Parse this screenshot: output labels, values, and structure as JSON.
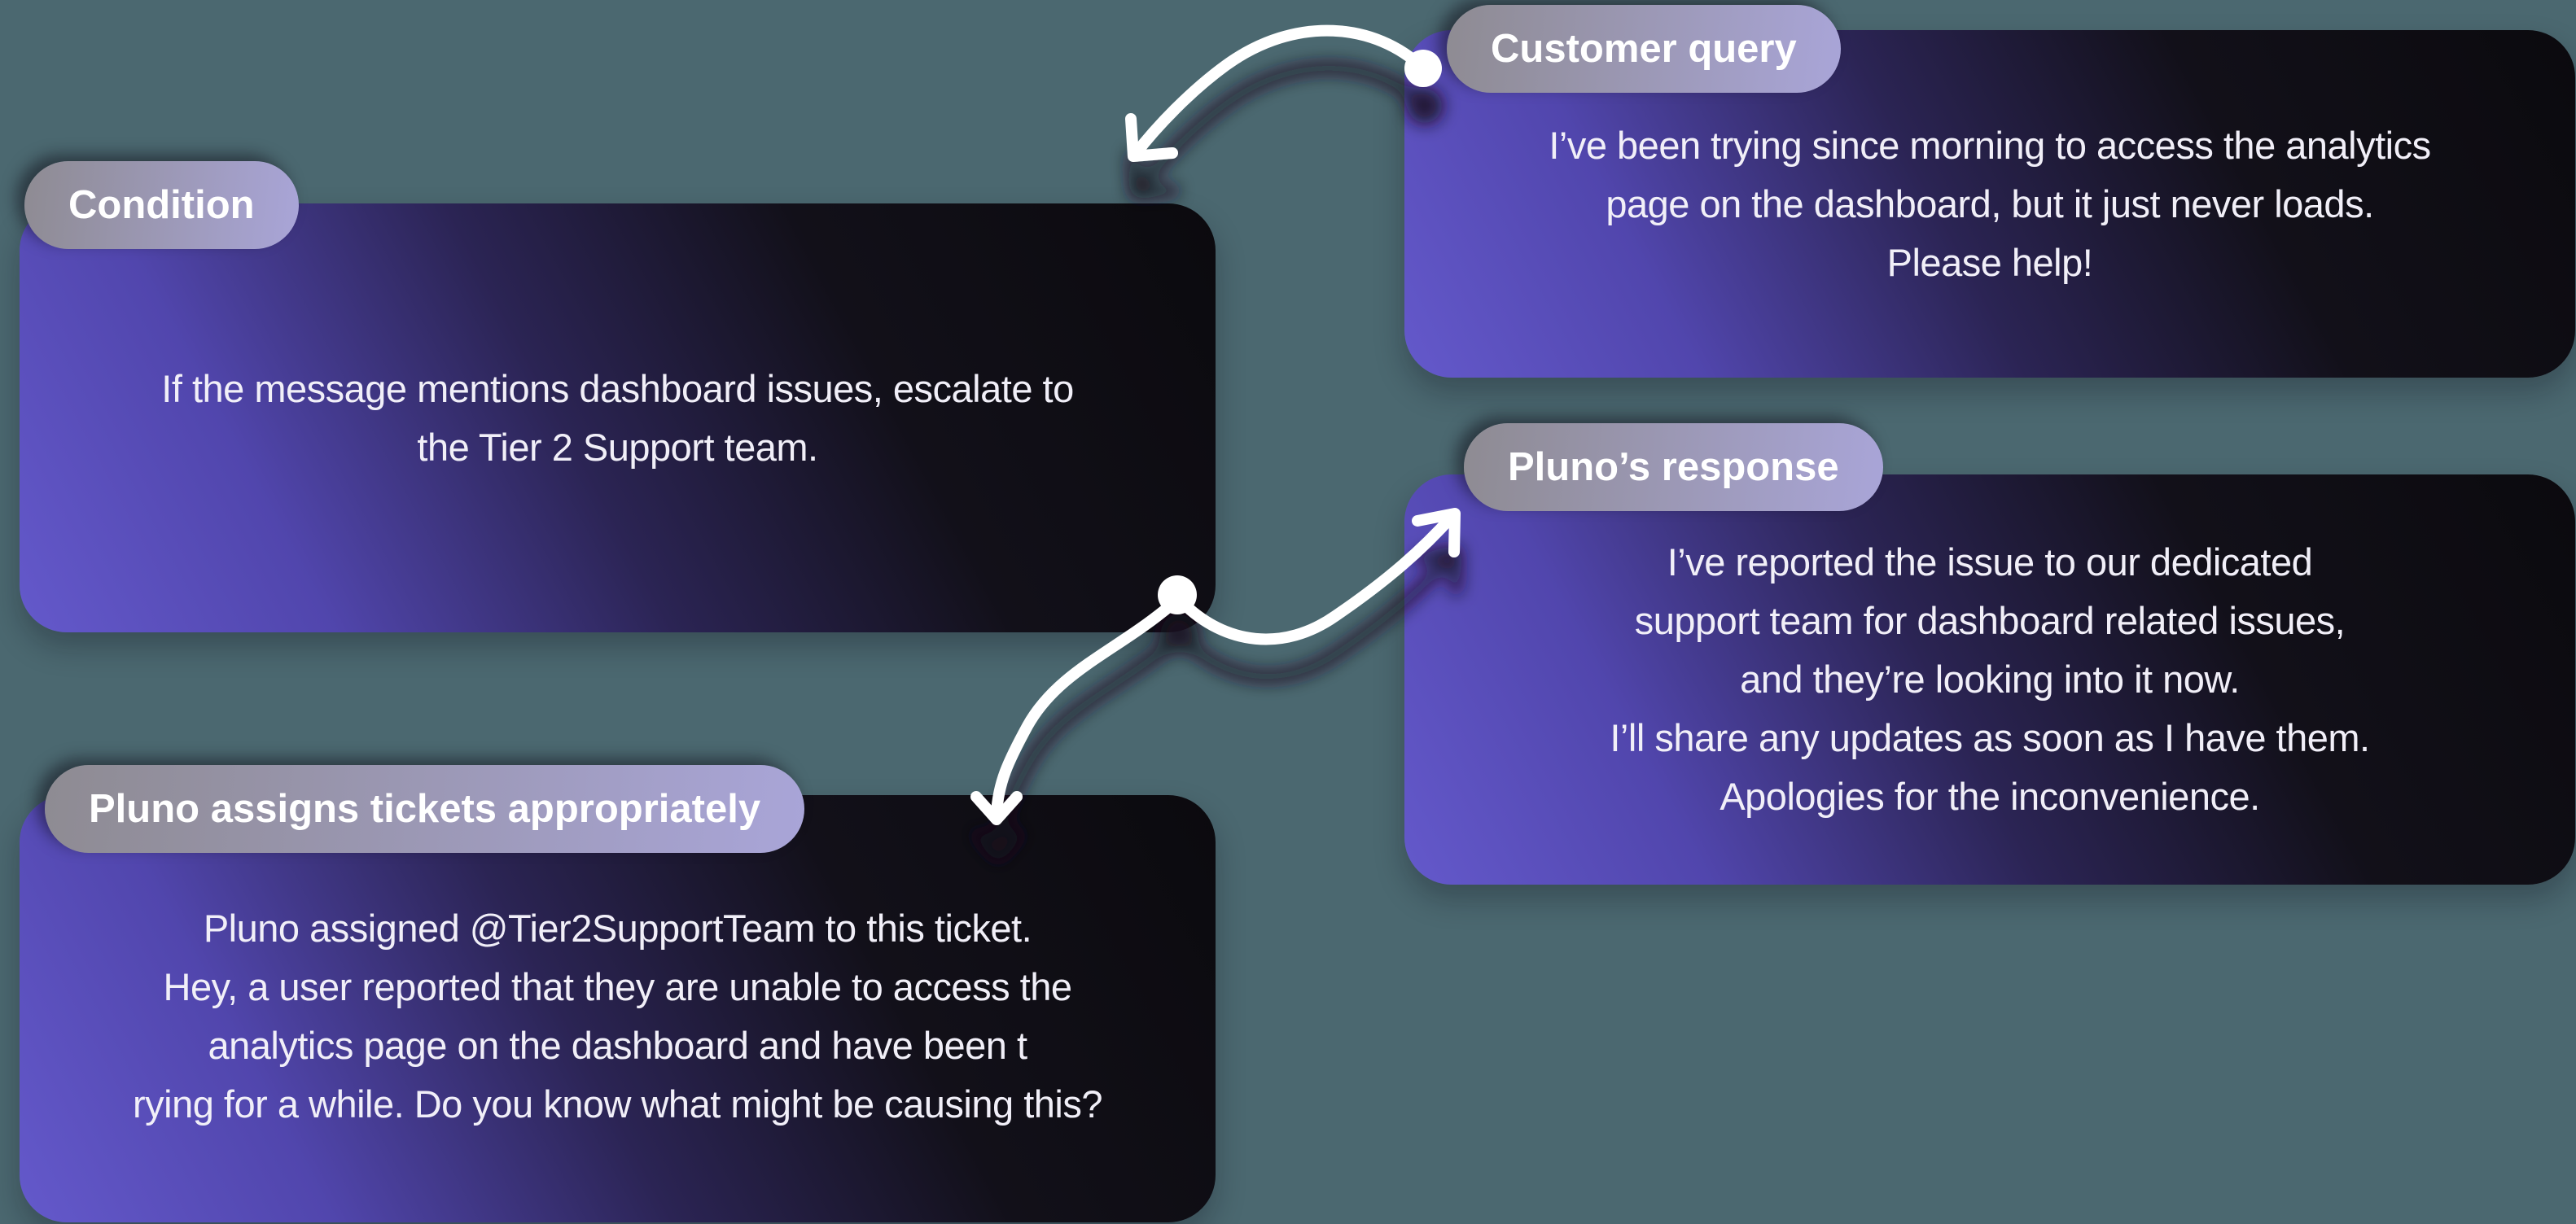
{
  "canvas": {
    "background_color": "#4B6870",
    "card_purple": "#5B4FC0",
    "card_black": "#0C0B10",
    "pill_gray": "#8E8B92",
    "pill_lavender": "#A9A5D8",
    "arrow_color": "#FFFFFF",
    "shadow_color": "#12101C",
    "text_color": "#F1EFF8"
  },
  "cards": [
    {
      "id": "condition",
      "label": "Condition",
      "text": "If the message mentions dashboard issues, escalate to\nthe Tier 2 Support team."
    },
    {
      "id": "customer-query",
      "label": "Customer query",
      "text": "I’ve been trying since morning to access the analytics\npage on the dashboard, but it just never loads.\nPlease help!"
    },
    {
      "id": "pluno-response",
      "label": "Pluno’s response",
      "text": "I’ve reported the issue to our dedicated\nsupport team for dashboard related issues,\nand they’re looking into it now.\nI’ll share any updates as soon as I have them.\nApologies for the inconvenience."
    },
    {
      "id": "pluno-assigns",
      "label": "Pluno assigns tickets appropriately",
      "text": "Pluno assigned @Tier2SupportTeam to this ticket.\nHey, a user reported that they are unable to access the\nanalytics page on the dashboard and have been t\nrying for a while. Do you know what might be causing this?"
    }
  ],
  "connectors": [
    {
      "name": "customer-query-to-condition",
      "from": "customer-query",
      "to": "condition"
    },
    {
      "name": "condition-to-pluno-response",
      "from": "condition",
      "to": "pluno-response"
    },
    {
      "name": "condition-to-pluno-assigns",
      "from": "condition",
      "to": "pluno-assigns"
    }
  ]
}
